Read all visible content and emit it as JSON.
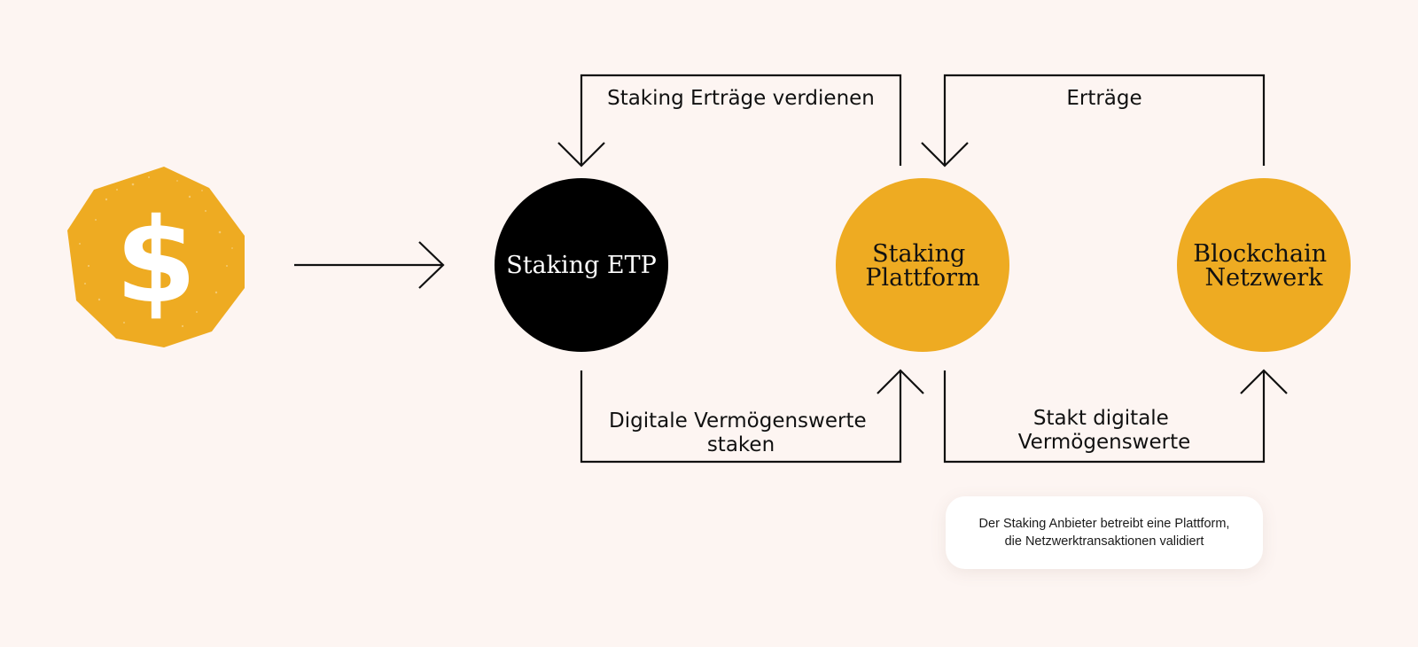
{
  "colors": {
    "background": "#fdf5f2",
    "accent": "#eeab22",
    "dark": "#000000",
    "line": "#111111"
  },
  "icon": {
    "name": "dollar-coin-icon",
    "symbol": "$"
  },
  "nodes": {
    "etp": {
      "lines": [
        "Staking ETP"
      ]
    },
    "platform": {
      "lines": [
        "Staking",
        "Plattform"
      ]
    },
    "network": {
      "lines": [
        "Blockchain",
        "Netzwerk"
      ]
    }
  },
  "flows": {
    "etp_to_platform": [
      "Digitale Vermögenswerte",
      "staken"
    ],
    "platform_to_etp": [
      "Staking Erträge verdienen"
    ],
    "network_to_platform": [
      "Erträge"
    ],
    "platform_to_network": [
      "Stakt digitale",
      "Vermögenswerte"
    ]
  },
  "note": {
    "line1": "Der Staking Anbieter betreibt eine Plattform,",
    "line2": "die Netzwerktransaktionen validiert"
  }
}
